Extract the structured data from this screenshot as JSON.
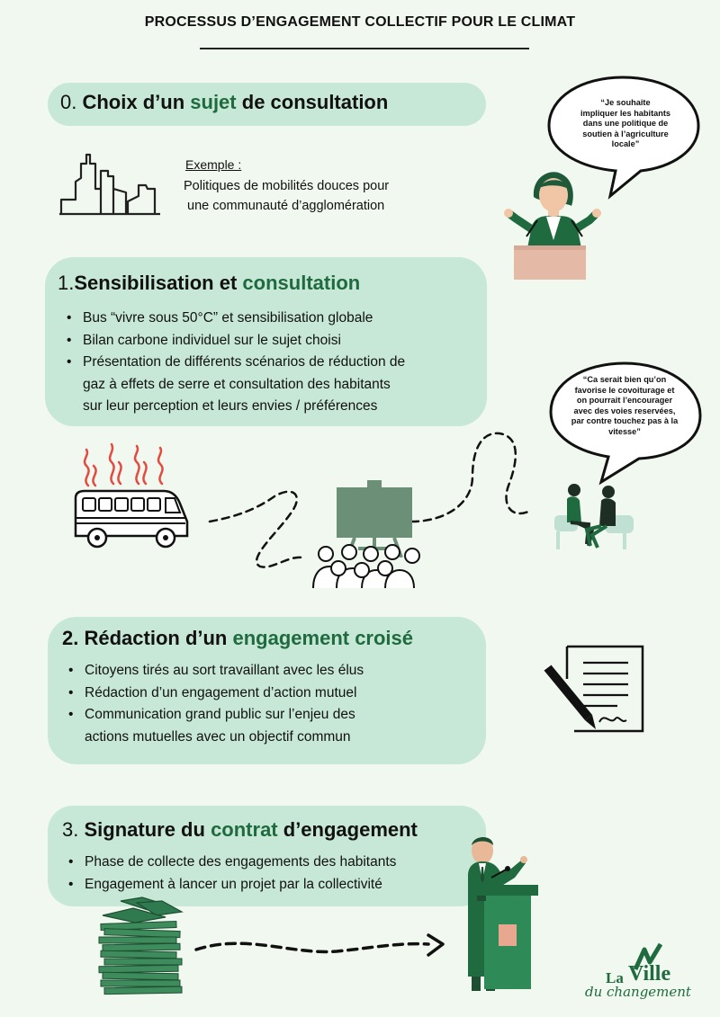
{
  "title": "PROCESSUS D’ENGAGEMENT COLLECTIF POUR LE CLIMAT",
  "step0": {
    "num": "0.",
    "pre": "Choix d’un",
    "hl": "sujet",
    "post": "de consultation",
    "example_label": "Exemple :",
    "example_lines": [
      "Politiques de mobilités douces pour",
      "une communauté d’agglomération"
    ],
    "quote_lines": [
      "“Je souhaite",
      "impliquer les habitants",
      "dans une politique de",
      "soutien à l’agriculture",
      "locale”"
    ]
  },
  "step1": {
    "num": "1.",
    "pre": "Sensibilisation et",
    "hl": "consultation",
    "bullets": [
      "Bus “vivre sous 50°C” et sensibilisation globale",
      "Bilan carbone individuel sur le sujet choisi",
      "Présentation de différents scénarios de réduction de",
      "gaz à effets de serre et consultation des habitants",
      "sur leur perception et leurs envies / préférences"
    ],
    "quote_lines": [
      "“Ca serait bien qu’on",
      "favorise le covoiturage  et",
      "on pourrait l’encourager",
      "avec des voies reservées,",
      "par contre touchez pas à la",
      "vitesse”"
    ]
  },
  "step2": {
    "num": "2.",
    "pre": "Rédaction d’un",
    "hl": "engagement croisé",
    "bullets": [
      "Citoyens tirés au sort travaillant avec les élus",
      "Rédaction d’un engagement d’action mutuel",
      "Communication grand public sur l’enjeu des",
      "actions mutuelles avec un objectif commun"
    ]
  },
  "step3": {
    "num": "3.",
    "pre": "Signature du",
    "hl": "contrat",
    "post": "d’engagement",
    "bullets": [
      "Phase de collecte des engagements des habitants",
      "Engagement à lancer un projet par la collectivité"
    ]
  },
  "logo": {
    "la": "La",
    "ville": "Ville",
    "sub": "du changement"
  },
  "colors": {
    "background": "#f1f8ef",
    "pill": "#c7e8d6",
    "accent": "#1f6b3f",
    "board": "#6c8f78"
  },
  "icons": [
    "city-skyline-icon",
    "speaker-woman-icon",
    "bus-icon",
    "heat-waves-icon",
    "presentation-board-icon",
    "audience-icon",
    "conversation-icon",
    "contract-pen-icon",
    "money-stack-icon",
    "speaker-man-icon",
    "speech-bubble-icon"
  ]
}
